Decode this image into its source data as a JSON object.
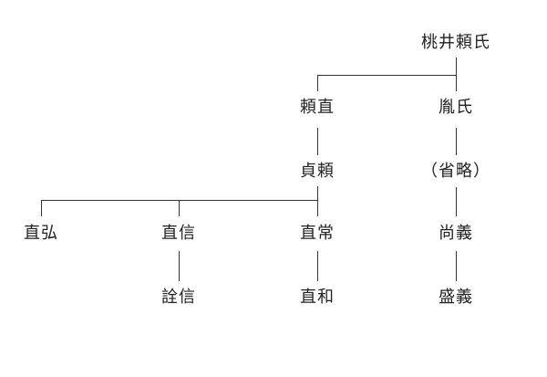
{
  "tree": {
    "root": "桃井頼氏",
    "yorinao": "頼直",
    "ranshi": "胤氏",
    "sadayori": "貞頼",
    "omitted": "（省略）",
    "naohiro": "直弘",
    "naonobu": "直信",
    "naotsune": "直常",
    "naoyoshi": "尚義",
    "akinobu": "詮信",
    "naokazu": "直和",
    "moriyoshi": "盛義"
  },
  "colors": {
    "line": "#333333",
    "text": "#222222",
    "background": "#ffffff"
  }
}
